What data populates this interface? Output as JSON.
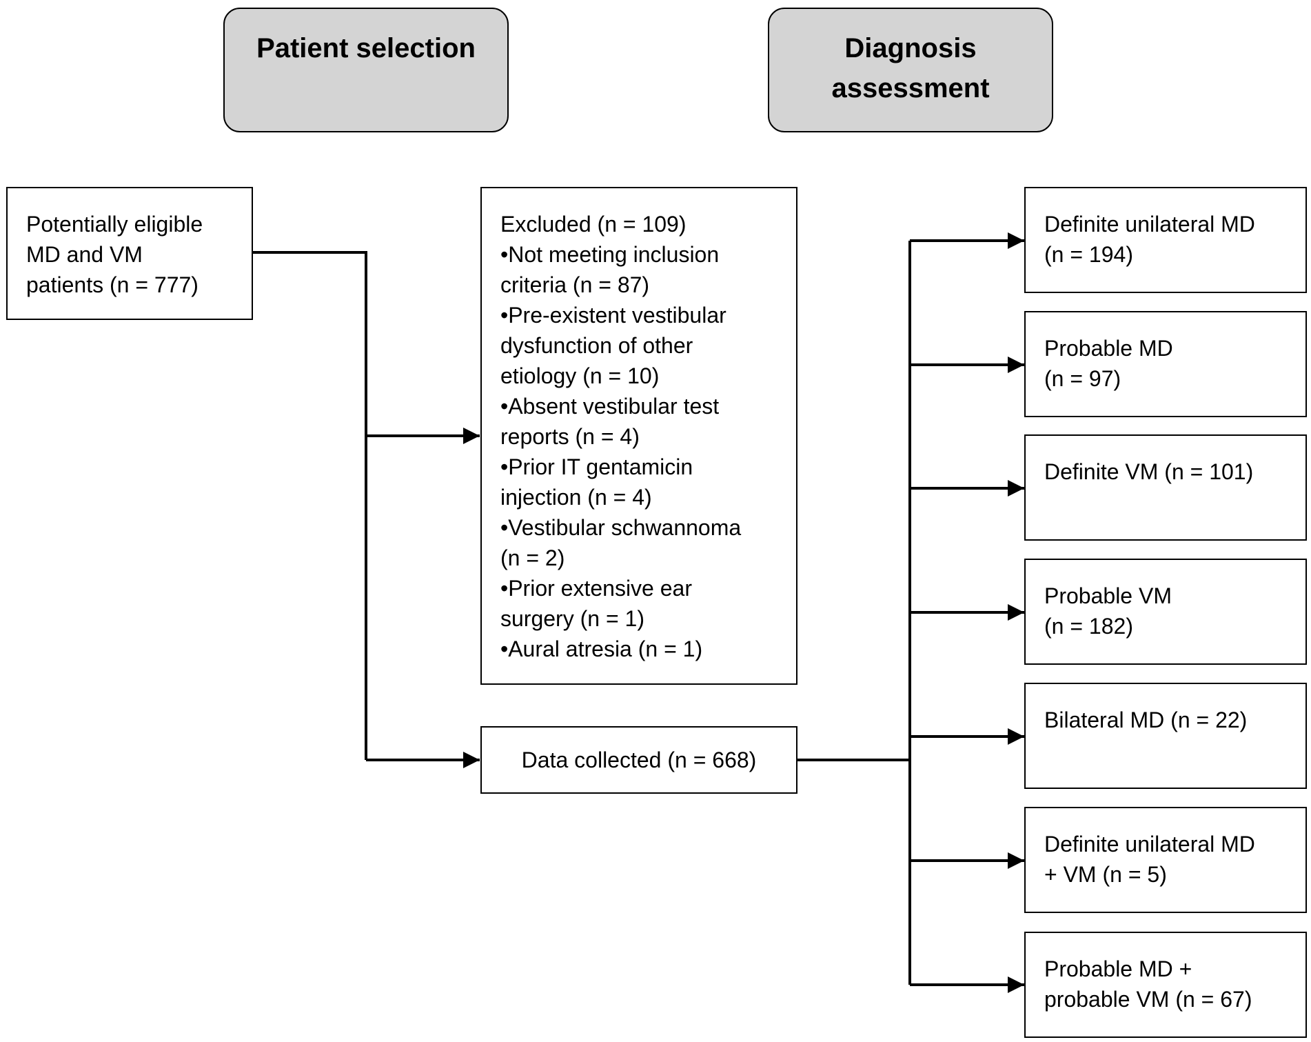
{
  "headers": {
    "patient_selection": "Patient selection",
    "diagnosis_assessment_line1": "Diagnosis",
    "diagnosis_assessment_line2": "assessment"
  },
  "eligible": {
    "lines": [
      "Potentially eligible",
      "MD and VM",
      "patients (n = 777)"
    ]
  },
  "excluded": {
    "lines": [
      "Excluded (n = 109)",
      "•Not meeting inclusion",
      "criteria (n = 87)",
      "•Pre-existent vestibular",
      "dysfunction of other",
      "etiology (n = 10)",
      "•Absent vestibular test",
      "reports (n = 4)",
      "•Prior IT gentamicin",
      "injection (n = 4)",
      "•Vestibular schwannoma",
      "(n = 2)",
      "•Prior extensive ear",
      "surgery (n = 1)",
      "•Aural atresia (n = 1)"
    ]
  },
  "collected": {
    "label": "Data collected (n = 668)"
  },
  "diagnoses": [
    {
      "lines": [
        "Definite unilateral MD",
        "(n = 194)"
      ]
    },
    {
      "lines": [
        "Probable MD",
        "(n = 97)"
      ]
    },
    {
      "lines": [
        "Definite VM (n = 101)"
      ]
    },
    {
      "lines": [
        "Probable VM",
        "(n = 182)"
      ]
    },
    {
      "lines": [
        "Bilateral MD (n = 22)"
      ]
    },
    {
      "lines": [
        "Definite unilateral MD",
        "+ VM (n = 5)"
      ]
    },
    {
      "lines": [
        "Probable MD +",
        "probable VM (n = 67)"
      ]
    }
  ]
}
